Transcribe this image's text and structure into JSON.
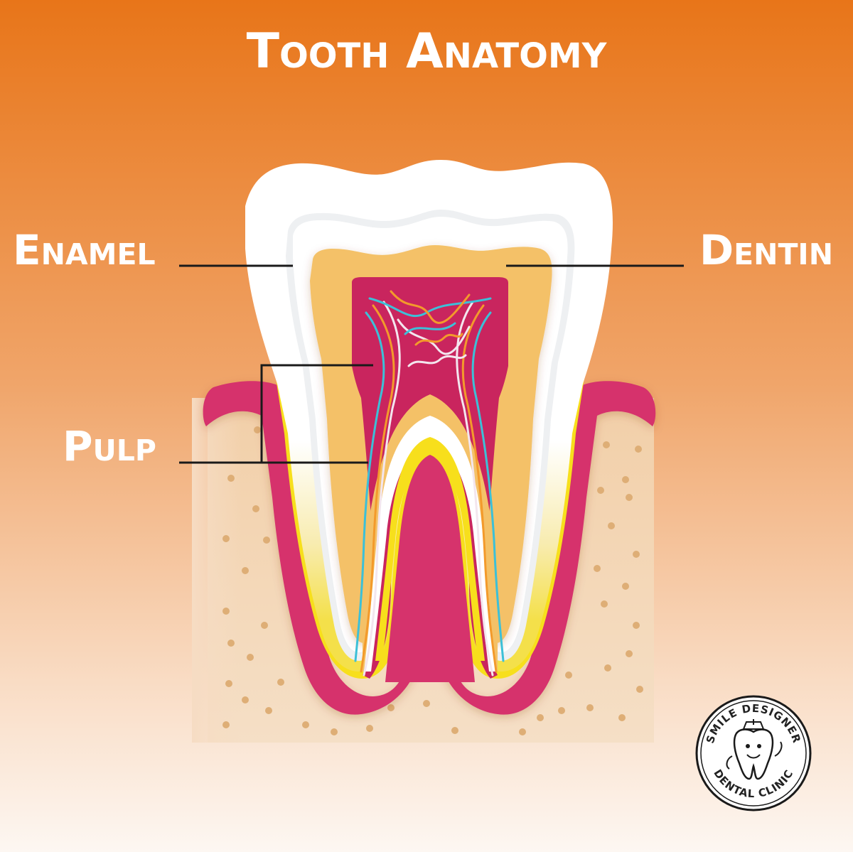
{
  "title": "Tooth Anatomy",
  "labels": {
    "enamel": "Enamel",
    "dentin": "Dentin",
    "pulp": "Pulp"
  },
  "logo": {
    "line1": "SMILE DESIGNER",
    "line2": "DENTAL CLINIC"
  },
  "colors": {
    "background_top": "#e8751a",
    "background_bottom": "#fdf6f0",
    "enamel": "#ffffff",
    "dentin": "#f4c167",
    "pulp": "#c9255e",
    "gum": "#d6336c",
    "cementum": "#f7e11c",
    "bone": "#efd6b9",
    "bone_dots": "#deae76",
    "nerve_blue": "#3cc0d8",
    "nerve_orange": "#f39a2b",
    "nerve_white": "#f3e6ee"
  }
}
